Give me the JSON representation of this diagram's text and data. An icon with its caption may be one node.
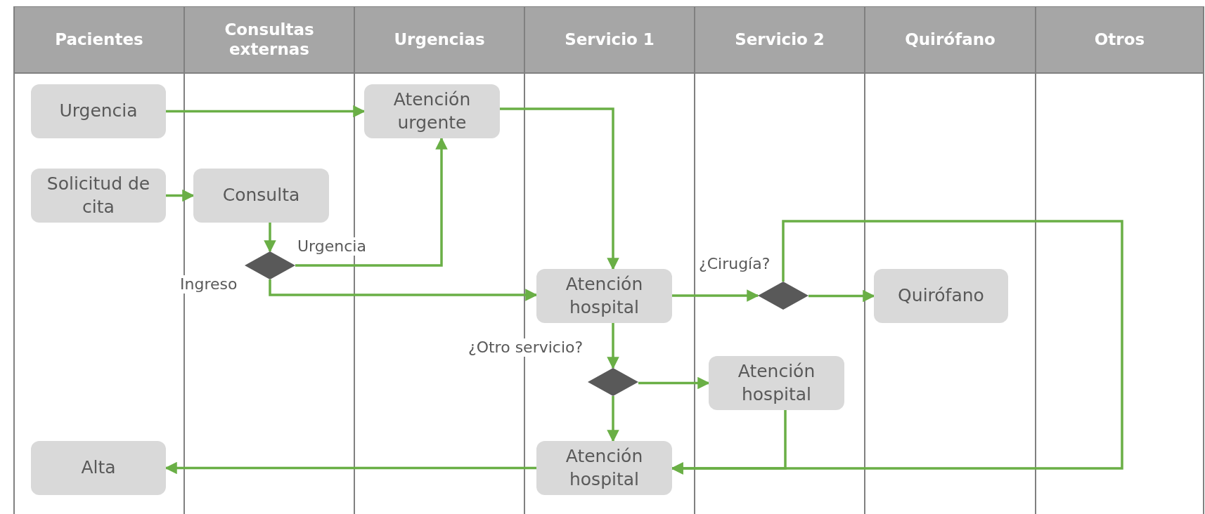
{
  "diagram": {
    "nodes": [
      {
        "text": [
          "Pacientes"
        ]
      },
      {
        "text": [
          "Consultas externas"
        ]
      },
      {
        "text": [
          "Urgencias"
        ]
      },
      {
        "text": [
          "Servicio 1"
        ]
      },
      {
        "text": [
          "Servicio 2"
        ]
      },
      {
        "text": [
          "Quirófano"
        ]
      },
      {
        "text": [
          "Otros"
        ]
      },
      {
        "text": [
          "Urgencia"
        ]
      },
      {
        "text": [
          "Solicitud de cita"
        ]
      },
      {
        "text": [
          "Consulta"
        ]
      },
      {
        "text": [],
        "shape": "diamond"
      },
      {
        "text": [
          "Atención urgente"
        ]
      },
      {
        "text": [
          "Atención hospital"
        ]
      },
      {
        "text": [],
        "shape": "diamond",
        "beside": [
          "¿Cirugía?"
        ]
      },
      {
        "text": [
          "Quirófano"
        ]
      },
      {
        "text": [],
        "shape": "diamond",
        "beside": [
          "¿Otro servicio?"
        ]
      },
      {
        "text": [
          "Atención hospital"
        ]
      },
      {
        "text": [
          "Atención hospital"
        ]
      },
      {
        "text": [
          "Alta"
        ]
      }
    ],
    "edges": [
      {
        "from": 7,
        "to": 11,
        "arrow": "to"
      },
      {
        "from": 11,
        "to": 12,
        "arrow": "to"
      },
      {
        "from": 8,
        "to": 9,
        "arrow": "to"
      },
      {
        "from": 9,
        "to": 10,
        "arrow": "to"
      },
      {
        "from": 10,
        "to": 11,
        "arrow": "to",
        "label": "Urgencia"
      },
      {
        "from": 10,
        "to": 12,
        "arrow": "to",
        "label": "Ingreso"
      },
      {
        "from": 12,
        "to": 13,
        "arrow": "to"
      },
      {
        "from": 13,
        "to": 14,
        "arrow": "to"
      },
      {
        "from": 12,
        "to": 15,
        "arrow": "to"
      },
      {
        "from": 15,
        "to": 16,
        "arrow": "to"
      },
      {
        "from": 15,
        "to": 17,
        "arrow": "to"
      },
      {
        "from": 13,
        "to": 17,
        "arrow": "to"
      },
      {
        "from": 16,
        "to": 17,
        "arrow": "to"
      },
      {
        "from": 17,
        "to": 18,
        "arrow": "to"
      }
    ]
  }
}
